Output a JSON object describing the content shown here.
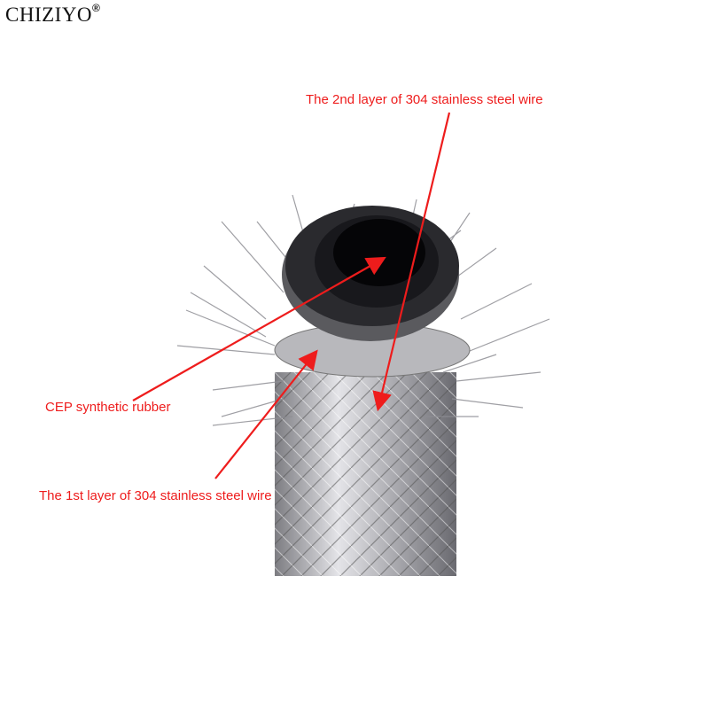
{
  "brand": {
    "name": "CHIZIYO",
    "mark": "®"
  },
  "labels": {
    "second_layer": "The 2nd layer of 304 stainless steel wire",
    "rubber": "CEP synthetic rubber",
    "first_layer": "The 1st layer of 304 stainless steel wire"
  },
  "colors": {
    "annotation": "#ee1c1c",
    "steel": "#a8a8ac",
    "rubber": "#1c1c20"
  }
}
